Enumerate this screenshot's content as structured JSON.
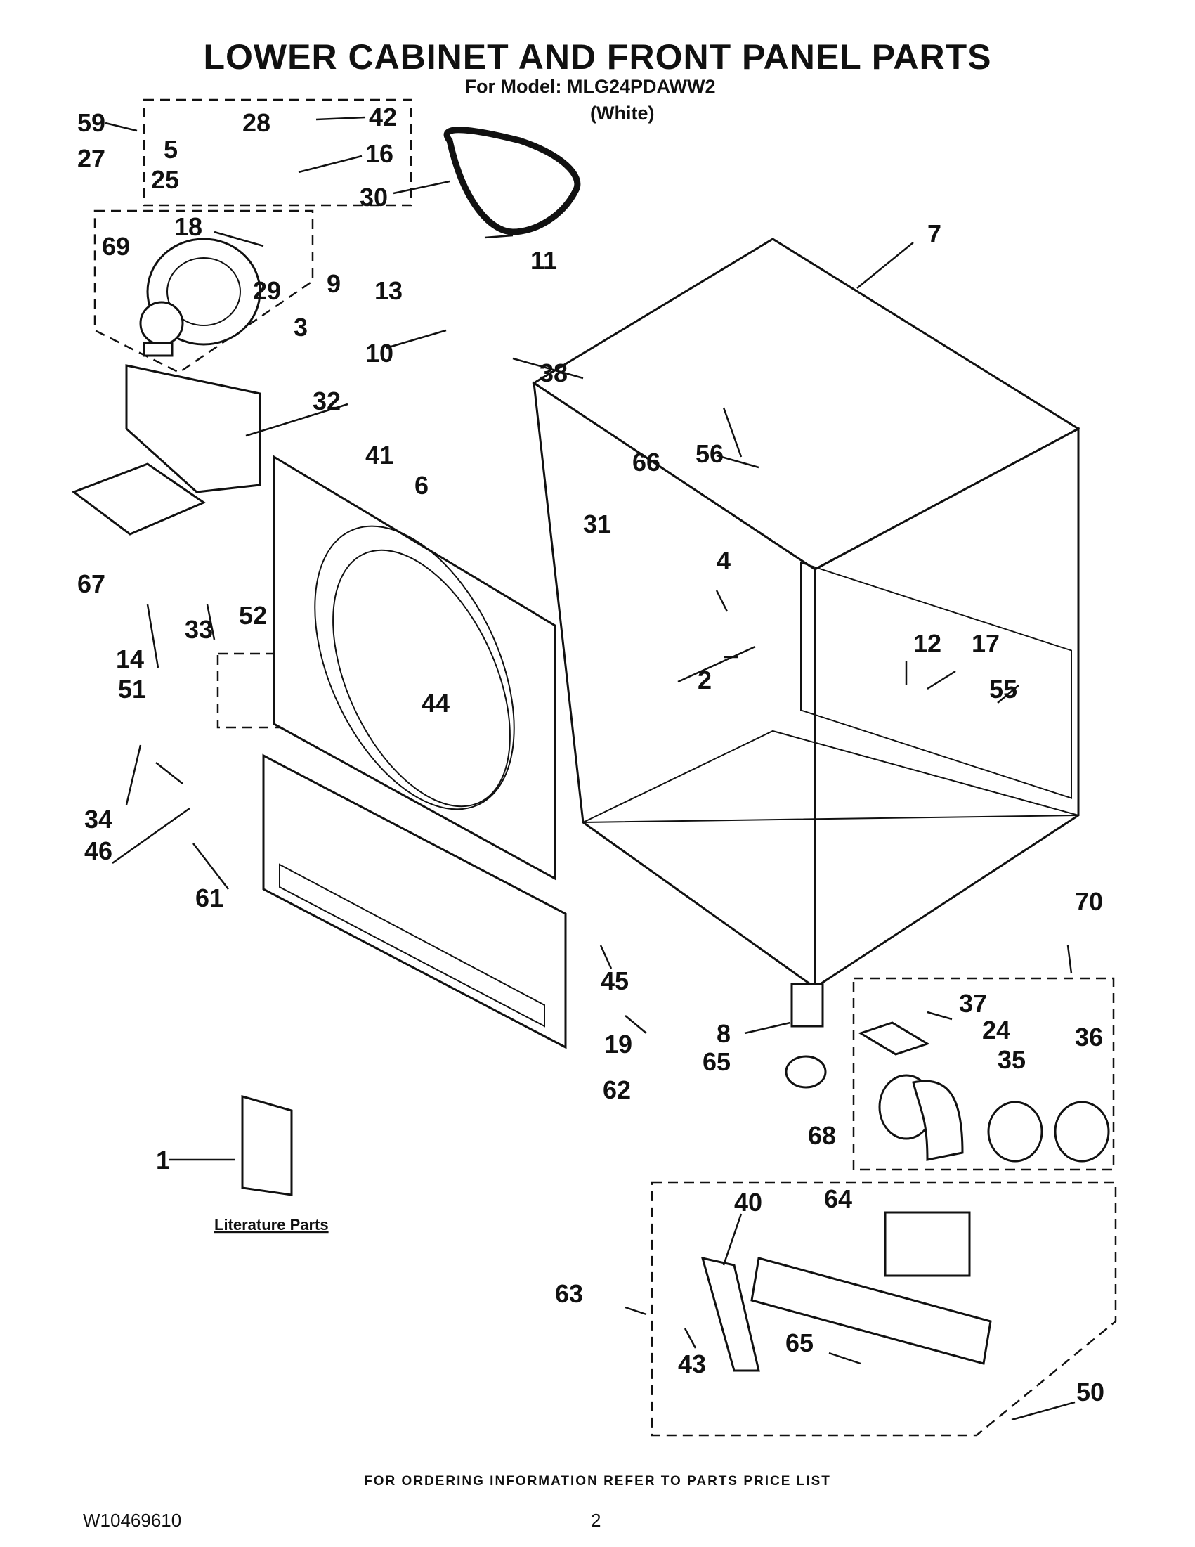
{
  "header": {
    "title": "LOWER CABINET AND FRONT PANEL PARTS",
    "model_line": "For Model: MLG24PDAWW2",
    "color_line": "(White)"
  },
  "diagram": {
    "callouts": [
      {
        "id": "59"
      },
      {
        "id": "28"
      },
      {
        "id": "42"
      },
      {
        "id": "5"
      },
      {
        "id": "16"
      },
      {
        "id": "27"
      },
      {
        "id": "25"
      },
      {
        "id": "30"
      },
      {
        "id": "18"
      },
      {
        "id": "69"
      },
      {
        "id": "9"
      },
      {
        "id": "29"
      },
      {
        "id": "13"
      },
      {
        "id": "11"
      },
      {
        "id": "7"
      },
      {
        "id": "3"
      },
      {
        "id": "10"
      },
      {
        "id": "38"
      },
      {
        "id": "32"
      },
      {
        "id": "66"
      },
      {
        "id": "41"
      },
      {
        "id": "56"
      },
      {
        "id": "6"
      },
      {
        "id": "67"
      },
      {
        "id": "31"
      },
      {
        "id": "4"
      },
      {
        "id": "33"
      },
      {
        "id": "52"
      },
      {
        "id": "12"
      },
      {
        "id": "17"
      },
      {
        "id": "14"
      },
      {
        "id": "51"
      },
      {
        "id": "2"
      },
      {
        "id": "55"
      },
      {
        "id": "44"
      },
      {
        "id": "34"
      },
      {
        "id": "46"
      },
      {
        "id": "61"
      },
      {
        "id": "70"
      },
      {
        "id": "45"
      },
      {
        "id": "37"
      },
      {
        "id": "19"
      },
      {
        "id": "8"
      },
      {
        "id": "24"
      },
      {
        "id": "36"
      },
      {
        "id": "35"
      },
      {
        "id": "65"
      },
      {
        "id": "62"
      },
      {
        "id": "68"
      },
      {
        "id": "1"
      },
      {
        "id": "40"
      },
      {
        "id": "64"
      },
      {
        "id": "63"
      },
      {
        "id": "65"
      },
      {
        "id": "43"
      },
      {
        "id": "50"
      }
    ],
    "literature_label": "Literature Parts"
  },
  "footer": {
    "ordering_note": "FOR ORDERING INFORMATION REFER TO PARTS PRICE LIST",
    "doc_number": "W10469610",
    "page_number": "2"
  }
}
